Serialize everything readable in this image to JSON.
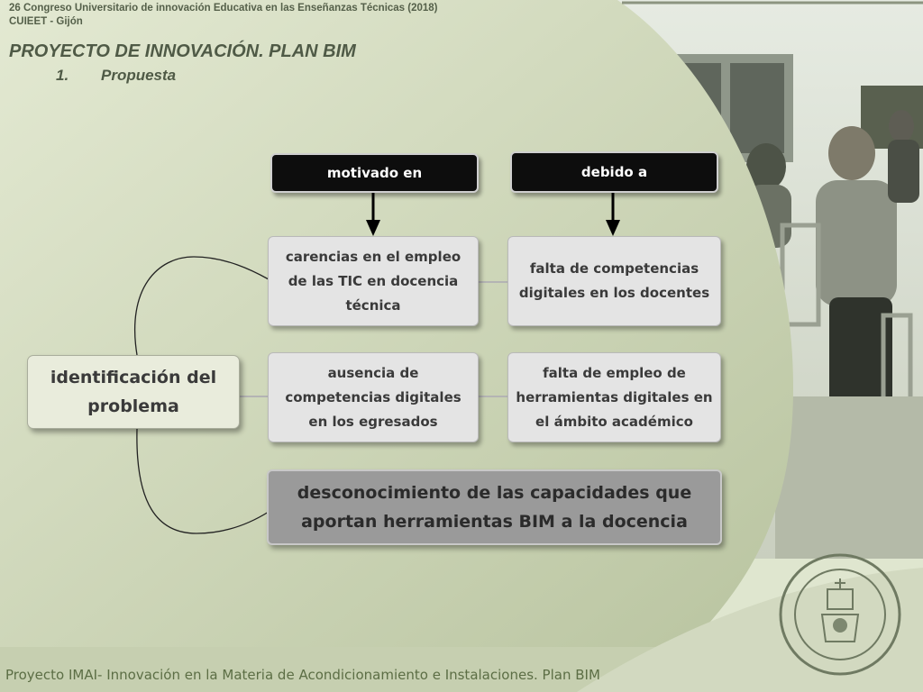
{
  "header": {
    "congress": "26 Congreso Universitario de innovación Educativa en las Enseñanzas Técnicas (2018)",
    "location": "CUIEET - Gijón",
    "title": "PROYECTO DE INNOVACIÓN. PLAN BIM",
    "section_number": "1.",
    "section_label": "Propuesta"
  },
  "diagram": {
    "motivado": "motivado en",
    "debido": "debido a",
    "carencias": "carencias en el empleo de las TIC en docencia técnica",
    "falta_competencias": "falta de competencias digitales en los docentes",
    "identificacion": "identificación del problema",
    "ausencia": "ausencia de competencias digitales en los egresados",
    "falta_empleo": "falta de empleo de herramientas digitales en el ámbito académico",
    "desconocimiento": "desconocimiento de las capacidades que aportan herramientas BIM a la docencia"
  },
  "footer": {
    "text": "Proyecto IMAI- Innovación en la Materia de Acondicionamiento e Instalaciones. Plan BIM"
  },
  "colors": {
    "panel": "#c9d2b4",
    "accent_text": "#4f5a46",
    "footer_text": "#5c6e45"
  }
}
